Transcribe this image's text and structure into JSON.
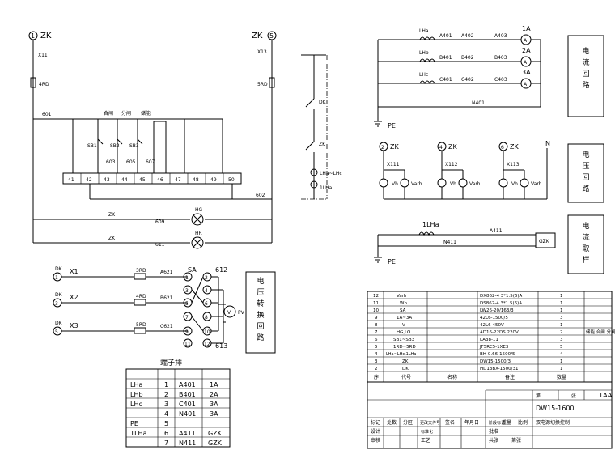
{
  "left_top": {
    "zk_left_num": "1",
    "zk_left": "ZK",
    "x11": "X11",
    "rd4": "4RD",
    "zk_right": "ZK",
    "zk_right_num": "5",
    "x13": "X13",
    "rd5": "5RD",
    "bus_601": "601",
    "bus_602": "602",
    "sw_labels": [
      "SB1",
      "SB2",
      "SB3"
    ],
    "wire_603": "603",
    "wire_605": "605",
    "wire_607": "607",
    "sw_tags": [
      "合闸",
      "分闸",
      "储能"
    ],
    "terminals": [
      "41",
      "42",
      "43",
      "44",
      "45",
      "46",
      "47",
      "48",
      "49",
      "50"
    ],
    "zk1": "ZK",
    "w609": "609",
    "hg": "HG",
    "zk2": "ZK",
    "w611": "611",
    "hr": "HR"
  },
  "schematic": {
    "dk": "DK",
    "zk": "ZK",
    "lh": "LHa~LHc",
    "lh1": "1LHa"
  },
  "current_circuit": {
    "title": "电流回路",
    "rows": [
      {
        "ct": "LHa",
        "w1": "A401",
        "w2": "A402",
        "w3": "A403",
        "meter": "1A"
      },
      {
        "ct": "LHb",
        "w1": "B401",
        "w2": "B402",
        "w3": "B403",
        "meter": "2A"
      },
      {
        "ct": "LHc",
        "w1": "C401",
        "w2": "C402",
        "w3": "C403",
        "meter": "3A"
      }
    ],
    "n401": "N401",
    "pe": "PE"
  },
  "voltage_circuit": {
    "title": "电压回路",
    "groups": [
      {
        "num": "2",
        "zk": "ZK",
        "x": "X111"
      },
      {
        "num": "4",
        "zk": "ZK",
        "x": "X112"
      },
      {
        "num": "6",
        "zk": "ZK",
        "x": "X113"
      }
    ],
    "n": "N",
    "vh": "Vh",
    "varh": "Varh"
  },
  "current_sampling": {
    "title": "电流取样",
    "ct": "1LHa",
    "a411": "A411",
    "n411": "N411",
    "gzk": "GZK",
    "pe": "PE"
  },
  "voltage_switch": {
    "title": "电压转换回路",
    "rows": [
      {
        "dk": "DK",
        "num": "1",
        "x": "X1",
        "rd": "3RD",
        "wire": "A621"
      },
      {
        "dk": "DK",
        "num": "3",
        "x": "X2",
        "rd": "4RD",
        "wire": "B621"
      },
      {
        "dk": "DK",
        "num": "5",
        "x": "X3",
        "rd": "5RD",
        "wire": "C621"
      }
    ],
    "sa": "SA",
    "w612": "612",
    "w613": "613",
    "pv": "PV",
    "contacts": [
      "1",
      "2",
      "3",
      "4",
      "5",
      "6",
      "7",
      "8",
      "9",
      "10",
      "11",
      "12"
    ]
  },
  "terminal_table": {
    "title": "端子排",
    "rows": [
      [
        "LHa",
        "1",
        "A401",
        "1A"
      ],
      [
        "LHb",
        "2",
        "B401",
        "2A"
      ],
      [
        "LHc",
        "3",
        "C401",
        "3A"
      ],
      [
        "",
        "4",
        "N401",
        "3A"
      ],
      [
        "PE",
        "5",
        "",
        ""
      ],
      [
        "1LHa",
        "6",
        "A411",
        "GZK"
      ],
      [
        "",
        "7",
        "N411",
        "GZK"
      ]
    ]
  },
  "parts_list": {
    "rows": [
      [
        "12",
        "Varh",
        "DX862-4 3*1.5(6)A",
        "",
        "1",
        ""
      ],
      [
        "11",
        "Wh",
        "DS862-4 3*1.5(6)A",
        "",
        "1",
        ""
      ],
      [
        "10",
        "SA",
        "LW26-20/163/3",
        "",
        "1",
        ""
      ],
      [
        "9",
        "1A~3A",
        "42L6-1500/5",
        "",
        "3",
        ""
      ],
      [
        "8",
        "V",
        "42L6-450V",
        "",
        "1",
        ""
      ],
      [
        "7",
        "HG,LO",
        "AD16-22DS 220V",
        "",
        "2",
        ""
      ],
      [
        "6",
        "SB1~SB3",
        "LA38-11",
        "",
        "3",
        ""
      ],
      [
        "5",
        "1RD~5RD",
        "JF5RC5-1XE3",
        "",
        "5",
        ""
      ],
      [
        "4",
        "LHa~LHc,1LHa",
        "BH-0.66-1500/5",
        "",
        "4",
        ""
      ],
      [
        "3",
        "ZK",
        "DW15-1500/3",
        "",
        "1",
        ""
      ],
      [
        "2",
        "DK",
        "HD13BX-1500/31",
        "",
        "1",
        ""
      ]
    ],
    "head": [
      "序",
      "代号",
      "名称",
      "备注",
      "数量"
    ],
    "note": "储能 合闸 分闸"
  },
  "title_block": {
    "drawing_no": "DW15-1600",
    "drawing_name": "双电源切换控制",
    "sheet": "1AA",
    "cells": [
      "标记",
      "处数",
      "分区",
      "更改文件号",
      "签名",
      "年月日",
      "设计",
      "标准化",
      "审核",
      "工艺",
      "批准",
      "阶段标记",
      "重量",
      "比例",
      "共张",
      "第张"
    ]
  }
}
